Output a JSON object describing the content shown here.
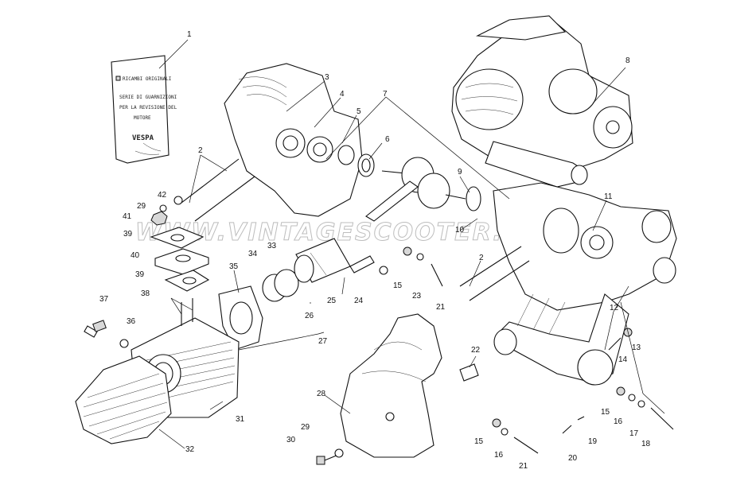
{
  "watermark": "WWW.VINTAGESCOOTER.COM",
  "gasket_packet": {
    "brand": "RICAMBI ORIGINALI",
    "line1": "SERIE DI GUARNIZIONI",
    "line2": "PER LA REVISIONE DEL",
    "line3": "MOTORE",
    "make": "VESPA"
  },
  "part_labels": [
    "1",
    "2",
    "2",
    "3",
    "4",
    "5",
    "6",
    "7",
    "8",
    "9",
    "10",
    "11",
    "12",
    "13",
    "14",
    "15",
    "15",
    "15",
    "16",
    "16",
    "17",
    "18",
    "19",
    "20",
    "21",
    "21",
    "22",
    "23",
    "24",
    "25",
    "26",
    "27",
    "28",
    "29",
    "29",
    "30",
    "31",
    "32",
    "33",
    "34",
    "35",
    "36",
    "37",
    "38",
    "39",
    "39",
    "40",
    "41",
    "42"
  ]
}
